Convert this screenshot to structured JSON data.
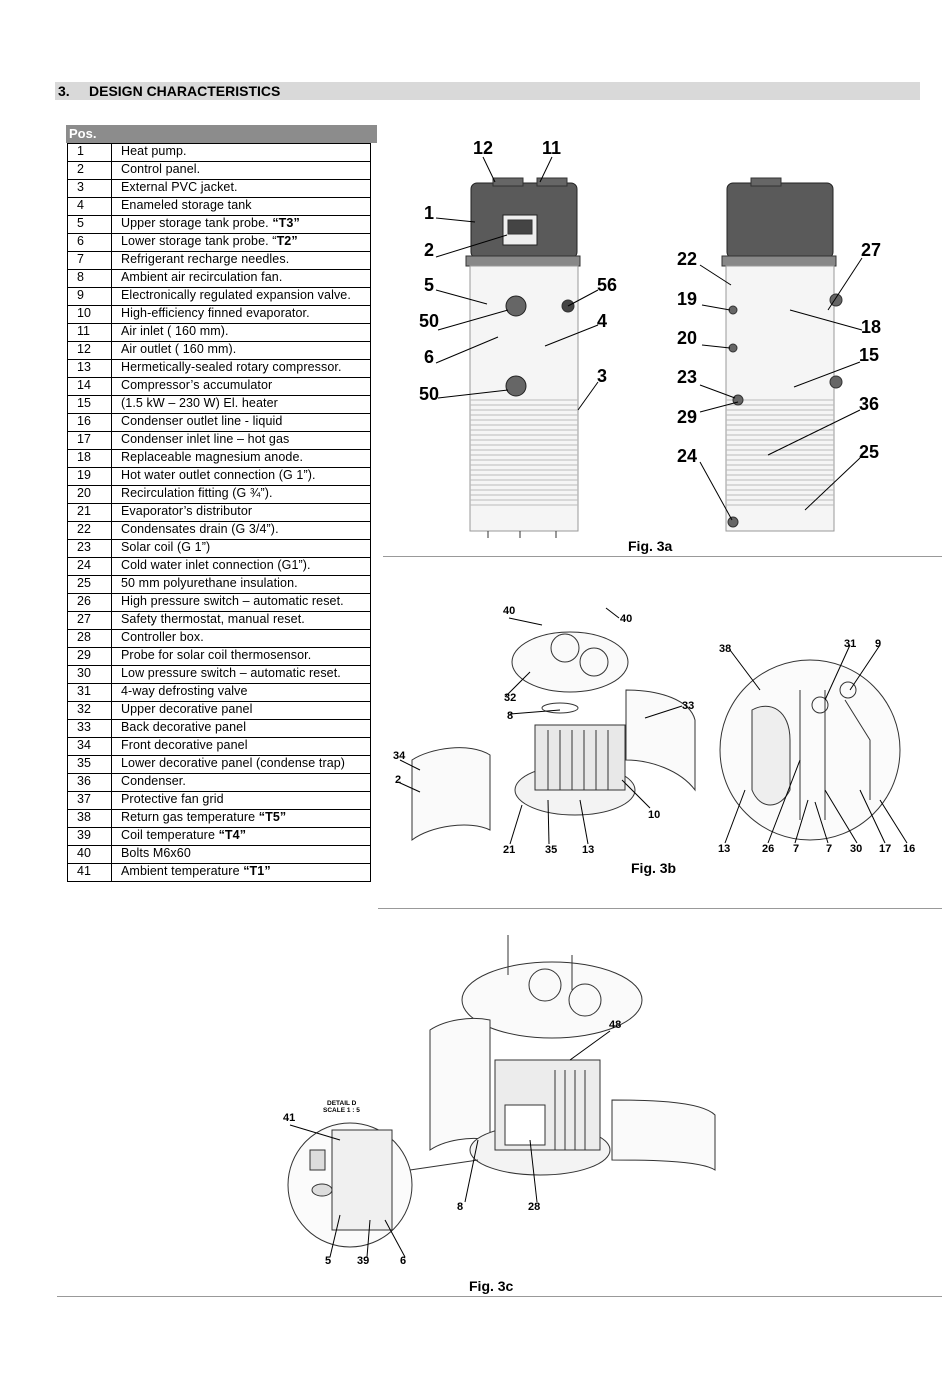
{
  "section": {
    "number": "3.",
    "title": "DESIGN CHARACTERISTICS"
  },
  "table": {
    "header": "Pos.",
    "rows": [
      {
        "n": "1",
        "d": "Heat pump."
      },
      {
        "n": "2",
        "d": "Control panel."
      },
      {
        "n": "3",
        "d": "External PVC jacket."
      },
      {
        "n": "4",
        "d": "Enameled storage tank"
      },
      {
        "n": "5",
        "d": "Upper storage tank probe. ",
        "b": "“T3”"
      },
      {
        "n": "6",
        "d": "Lower storage tank probe. “",
        "b": "T2”"
      },
      {
        "n": "7",
        "d": "Refrigerant recharge needles."
      },
      {
        "n": "8",
        "d": "Ambient air recirculation fan."
      },
      {
        "n": "9",
        "d": "Electronically regulated expansion valve."
      },
      {
        "n": "10",
        "d": "High-efficiency finned evaporator."
      },
      {
        "n": "11",
        "d": "Air inlet (     160 mm)."
      },
      {
        "n": "12",
        "d": "Air outlet (     160 mm)."
      },
      {
        "n": "13",
        "d": "Hermetically-sealed rotary compressor."
      },
      {
        "n": "14",
        "d": "Compressor’s accumulator"
      },
      {
        "n": "15",
        "d": "(1.5 kW – 230 W) El. heater"
      },
      {
        "n": "16",
        "d": "Condenser outlet line - liquid"
      },
      {
        "n": "17",
        "d": "Condenser inlet line – hot gas"
      },
      {
        "n": "18",
        "d": "Replaceable magnesium anode."
      },
      {
        "n": "19",
        "d": "Hot water outlet connection (G 1”)."
      },
      {
        "n": "20",
        "d": "Recirculation fitting (G ¾”)."
      },
      {
        "n": "21",
        "d": "Evaporator’s distributor"
      },
      {
        "n": "22",
        "d": "Condensates drain (G 3/4”)."
      },
      {
        "n": "23",
        "d": "Solar coil (G 1”)"
      },
      {
        "n": "24",
        "d": "Cold water inlet connection (G1”)."
      },
      {
        "n": "25",
        "d": "50 mm polyurethane insulation."
      },
      {
        "n": "26",
        "d": "High pressure switch – automatic reset."
      },
      {
        "n": "27",
        "d": "Safety thermostat, manual reset."
      },
      {
        "n": "28",
        "d": "Controller box."
      },
      {
        "n": "29",
        "d": "Probe for solar coil thermosensor."
      },
      {
        "n": "30",
        "d": "Low pressure switch – automatic reset."
      },
      {
        "n": "31",
        "d": "4-way defrosting valve"
      },
      {
        "n": "32",
        "d": "Upper decorative panel"
      },
      {
        "n": "33",
        "d": "Back decorative panel"
      },
      {
        "n": "34",
        "d": "Front decorative panel"
      },
      {
        "n": "35",
        "d": "Lower decorative panel (condense trap)"
      },
      {
        "n": "36",
        "d": "Condenser."
      },
      {
        "n": "37",
        "d": "Protective fan grid"
      },
      {
        "n": "38",
        "d": "Return gas temperature ",
        "b": "“T5”"
      },
      {
        "n": "39",
        "d": "Coil temperature ",
        "b": "“T4”"
      },
      {
        "n": "40",
        "d": "Bolts M6x60"
      },
      {
        "n": "41",
        "d": "Ambient temperature ",
        "b": "“T1”"
      }
    ]
  },
  "fig3a": {
    "caption": "Fig. 3a",
    "left_labels": [
      "12",
      "11",
      "1",
      "2",
      "5",
      "56",
      "50",
      "4",
      "6",
      "3",
      "50"
    ],
    "right_labels": [
      "22",
      "27",
      "19",
      "18",
      "20",
      "15",
      "23",
      "36",
      "29",
      "24",
      "25"
    ]
  },
  "fig3b": {
    "caption": "Fig.  3b",
    "labels": [
      "40",
      "40",
      "32",
      "8",
      "33",
      "34",
      "2",
      "21",
      "35",
      "13",
      "10",
      "38",
      "31",
      "9",
      "13",
      "26",
      "7",
      "7",
      "30",
      "17",
      "16"
    ]
  },
  "fig3c": {
    "caption": "Fig. 3c",
    "detail_title": "DETAIL D",
    "detail_scale": "SCALE 1 : 5",
    "labels": [
      "48",
      "41",
      "8",
      "28",
      "5",
      "39",
      "6"
    ]
  }
}
